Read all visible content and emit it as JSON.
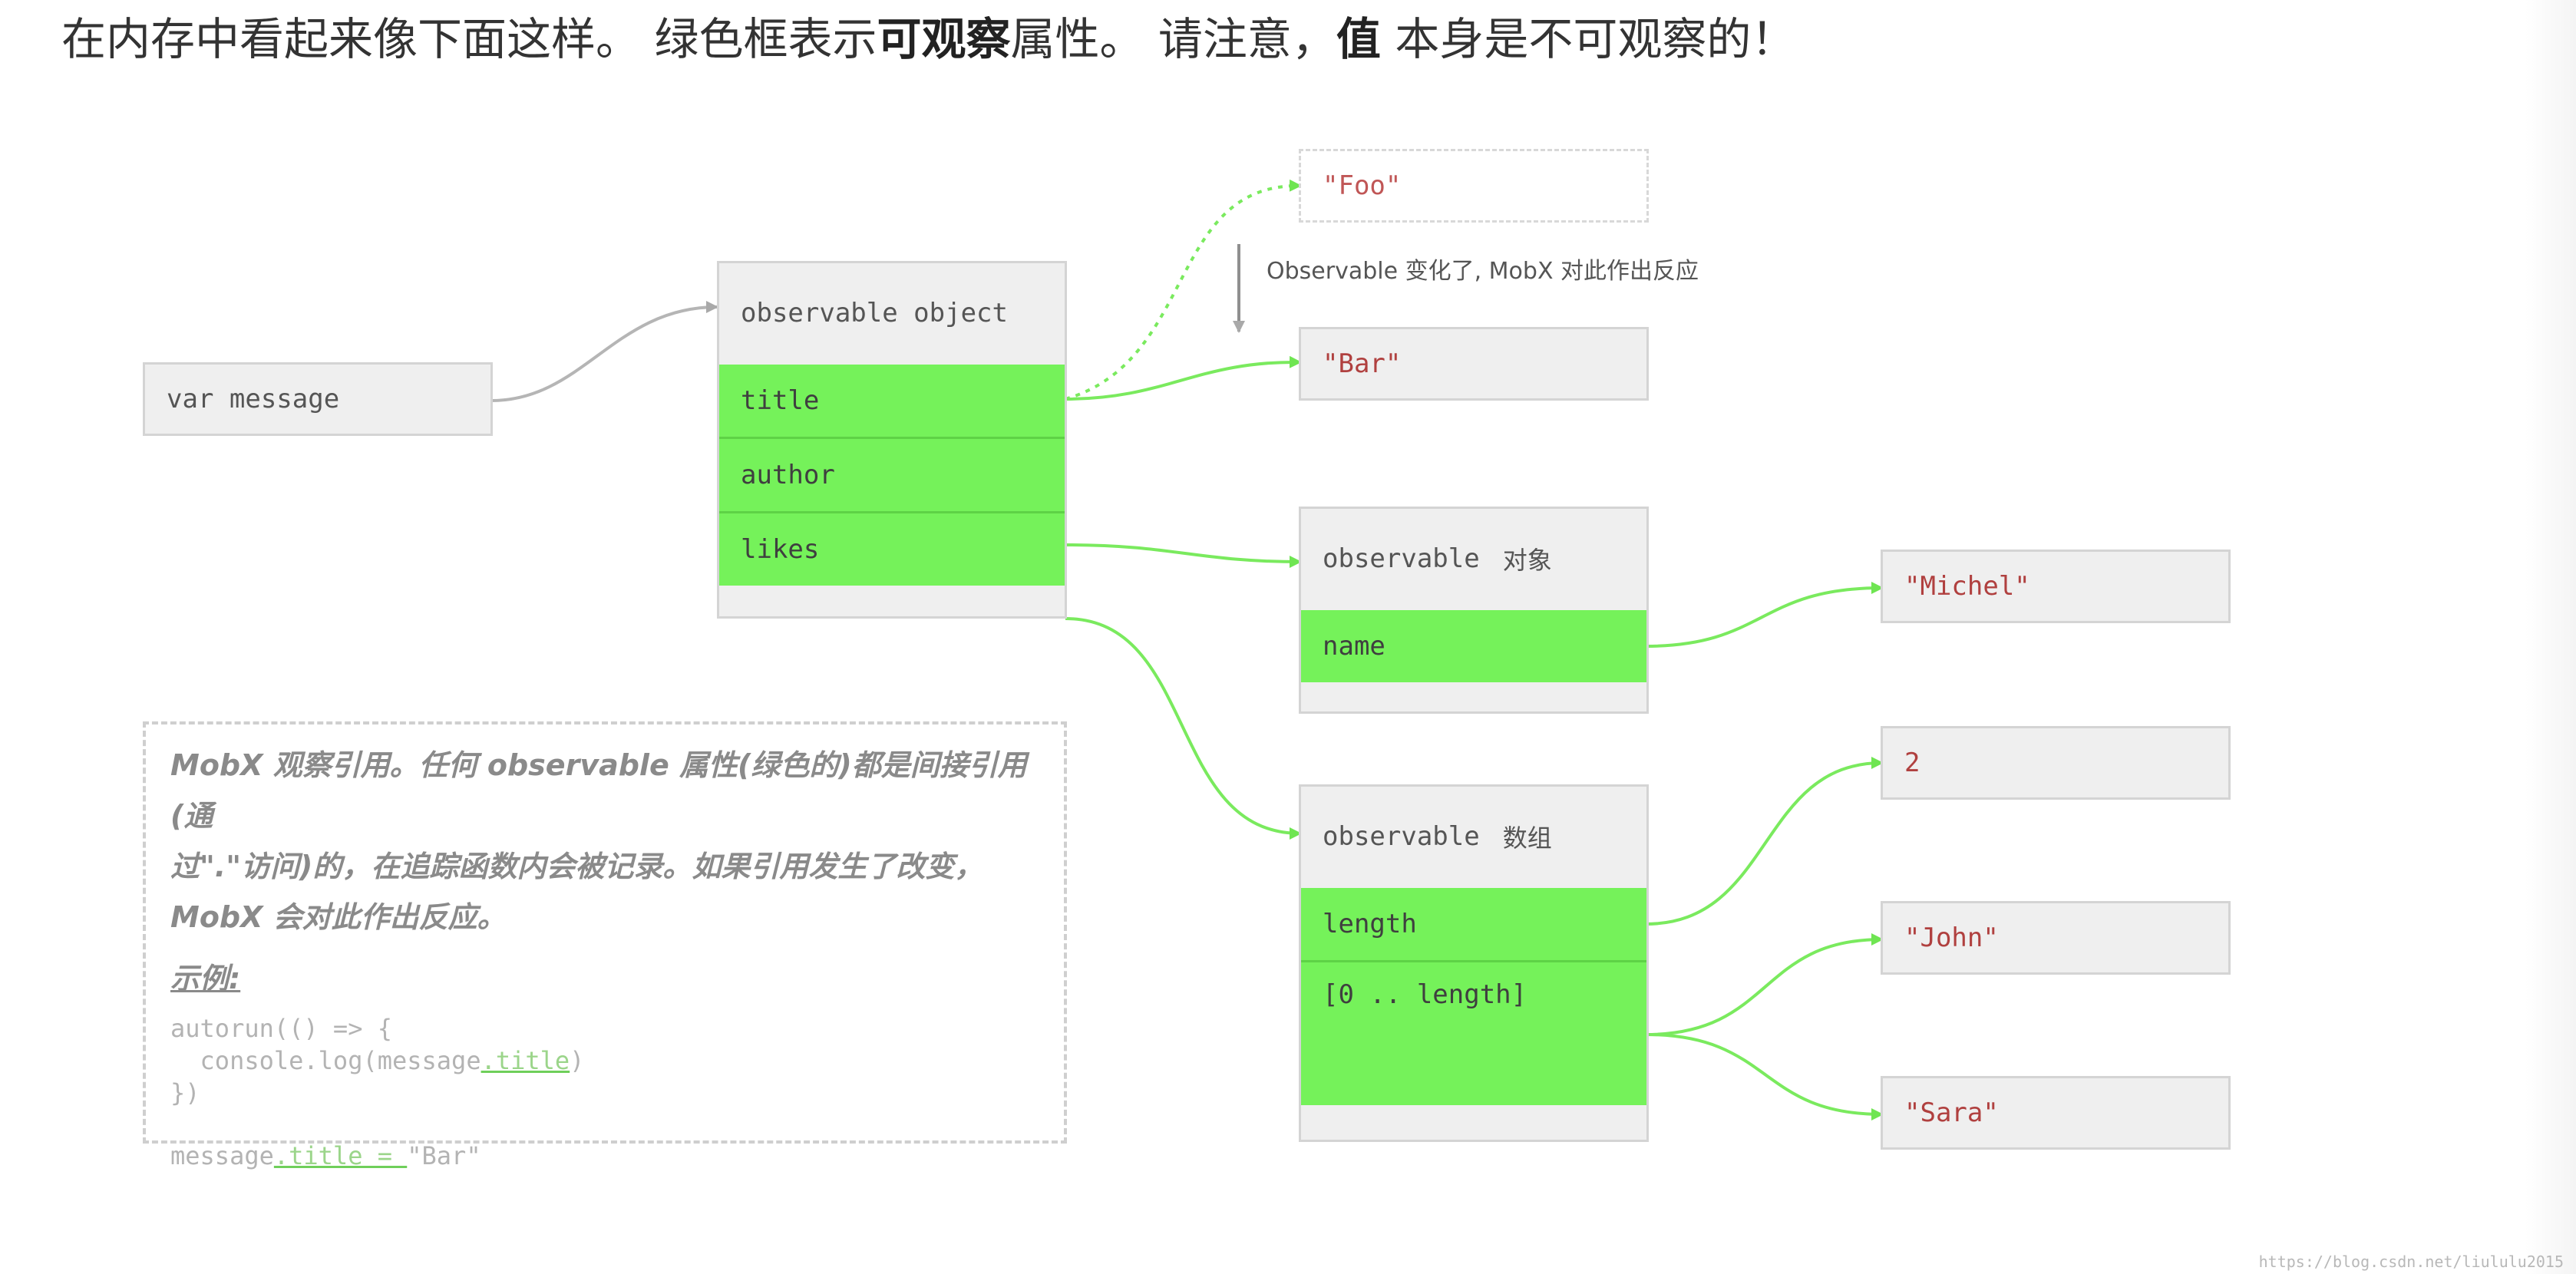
{
  "intro": {
    "part1": "在内存中看起来像下面这样。 绿色框表示",
    "bold1": "可观察",
    "part2": "属性。 请注意，",
    "bold2": "值",
    "part3": " 本身是不可观察的！"
  },
  "diagram": {
    "var_box": "var message",
    "message_object": {
      "header": "observable object",
      "props": [
        "title",
        "author",
        "likes"
      ]
    },
    "old_value": "\"Foo\"",
    "new_value": "\"Bar\"",
    "change_note": "Observable 变化了, MobX 对此作出反应",
    "likes_object": {
      "header": "observable",
      "header_cjk": "对象",
      "props": [
        "name"
      ]
    },
    "name_value": "\"Michel\"",
    "array": {
      "header": "observable",
      "header_cjk": "数组",
      "props": [
        "length",
        "[0 .. length]"
      ]
    },
    "length_value": "2",
    "item_values": [
      "\"John\"",
      "\"Sara\""
    ]
  },
  "note": {
    "line1": "MobX 观察引用。任何 observable 属性(绿色的)都是间接引用(通",
    "line2": "过\".\"访问)的，在追踪函数内会被记录。如果引用发生了改变，",
    "line3": "MobX 会对此作出反应。",
    "example_label": "示例:",
    "code_line1": "autorun(() => {",
    "code_line2_pre": "  console.log(message",
    "code_line2_hl": ".title",
    "code_line2_post": ")",
    "code_line3": "})",
    "code_line4_pre": "message",
    "code_line4_hl": ".title = ",
    "code_line4_post": "\"Bar\""
  },
  "watermark": "https://blog.csdn.net/liululu2015",
  "colors": {
    "observable_green": "#75f25a",
    "arrow_green": "#7aea5e",
    "arrow_gray": "#b5b5b5",
    "value_text": "#b0403f"
  }
}
